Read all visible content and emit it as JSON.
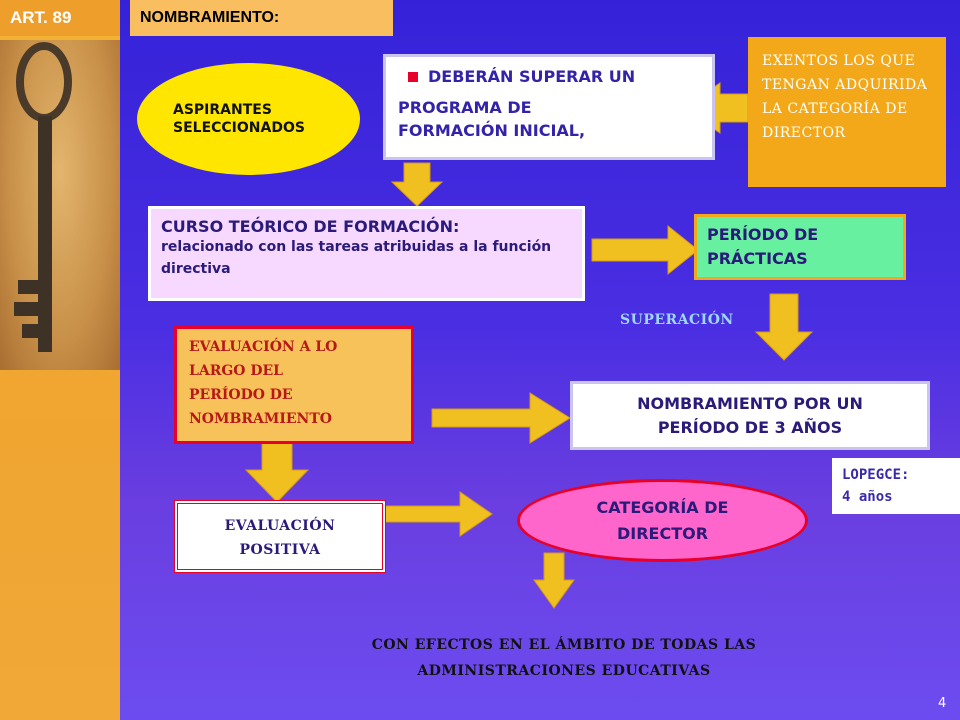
{
  "left_label": "ART. 89",
  "header_tab": "NOMBRAMIENTO:",
  "aspirantes": "ASPIRANTES\nSELECCIONADOS",
  "deberan": {
    "line1": "DEBERÁN SUPERAR UN",
    "line2": " PROGRAMA DE\nFORMACIÓN INICIAL,"
  },
  "exentos": "EXENTOS LOS QUE TENGAN ADQUIRIDA LA CATEGORÍA DE DIRECTOR",
  "curso": {
    "title": "CURSO TEÓRICO DE FORMACIÓN:",
    "body": "relacionado con las tareas atribuidas a la función directiva"
  },
  "practicas": "PERÍODO DE\nPRÁCTICAS",
  "superacion": "SUPERACIÓN",
  "evaluacion_largo": "EVALUACIÓN A LO\nLARGO DEL\nPERÍODO DE\nNOMBRAMIENTO",
  "nombramiento_3": "NOMBRAMIENTO POR UN\nPERÍODO DE 3 AÑOS",
  "lopegce": "LOPEGCE:\n4 años",
  "evaluacion_positiva": "EVALUACIÓN\nPOSITIVA",
  "categoria": "CATEGORÍA DE\nDIRECTOR",
  "footer": "CON EFECTOS EN EL ÁMBITO DE TODAS LAS\nADMINISTRACIONES EDUCATIVAS",
  "page_number": "4",
  "colors": {
    "background": "#3a25dc",
    "arrow": "#f0c020",
    "accent_red": "#e8002a"
  }
}
